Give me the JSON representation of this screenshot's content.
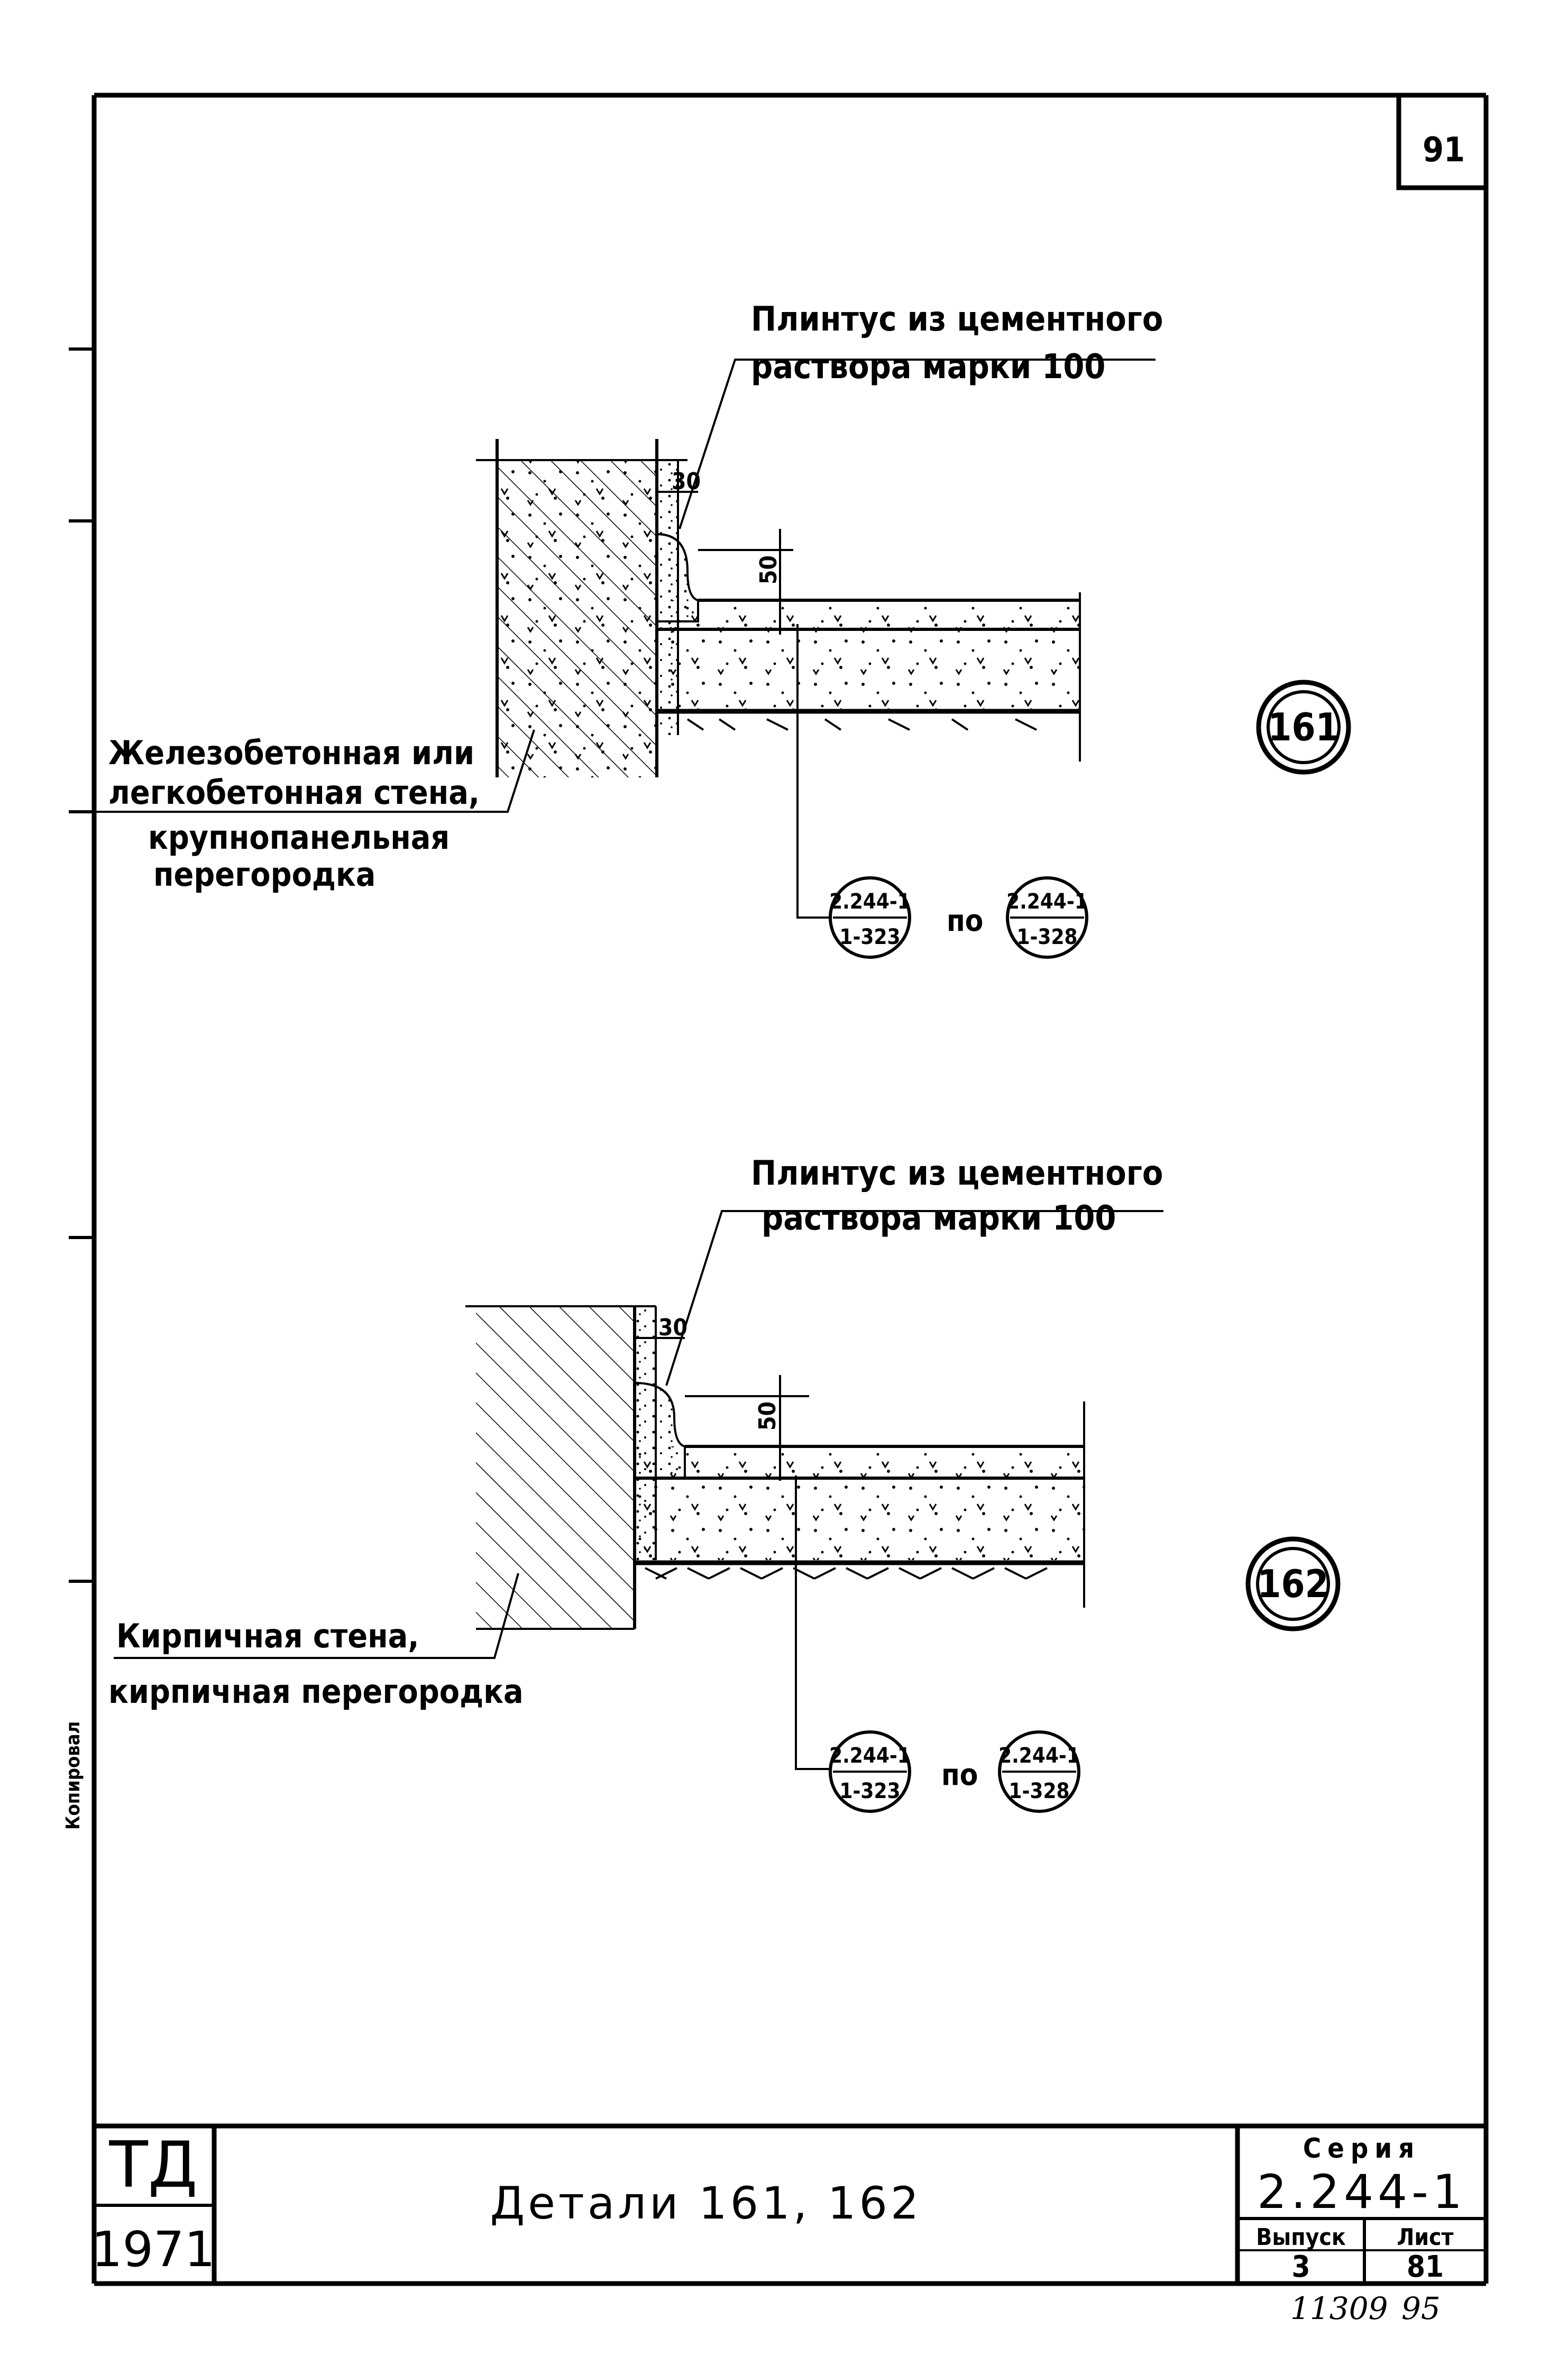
{
  "sheet": {
    "page_number": "91",
    "margin_note": "Копировал",
    "bottom_numbers": [
      "11309",
      "95"
    ]
  },
  "detail_161": {
    "leader_line1": "Плинтус из цементного",
    "leader_line2": "раствора марки 100",
    "wall_line1": "Железобетонная или",
    "wall_line2": "легкобетонная стена,",
    "wall_line3": "крупнопанельная",
    "wall_line4": "перегородка",
    "dim_width": "30",
    "dim_height": "50",
    "ref_left_top": "2.244-1",
    "ref_left_bottom": "1-323",
    "ref_between": "по",
    "ref_right_top": "2.244-1",
    "ref_right_bottom": "1-328",
    "marker": "161"
  },
  "detail_162": {
    "leader_line1": "Плинтус из цементного",
    "leader_line2": "раствора марки 100",
    "wall_line1": "Кирпичная стена,",
    "wall_line2": "кирпичная перегородка",
    "dim_width": "30",
    "dim_height": "50",
    "ref_left_top": "2.244-1",
    "ref_left_bottom": "1-323",
    "ref_between": "по",
    "ref_right_top": "2.244-1",
    "ref_right_bottom": "1-328",
    "marker": "162"
  },
  "title_block": {
    "org": "ТД",
    "year": "1971",
    "title": "Детали 161, 162",
    "series_label": "Серия",
    "series_value": "2.244-1",
    "issue_label": "Выпуск",
    "issue_value": "3",
    "sheet_label": "Лист",
    "sheet_value": "81"
  }
}
